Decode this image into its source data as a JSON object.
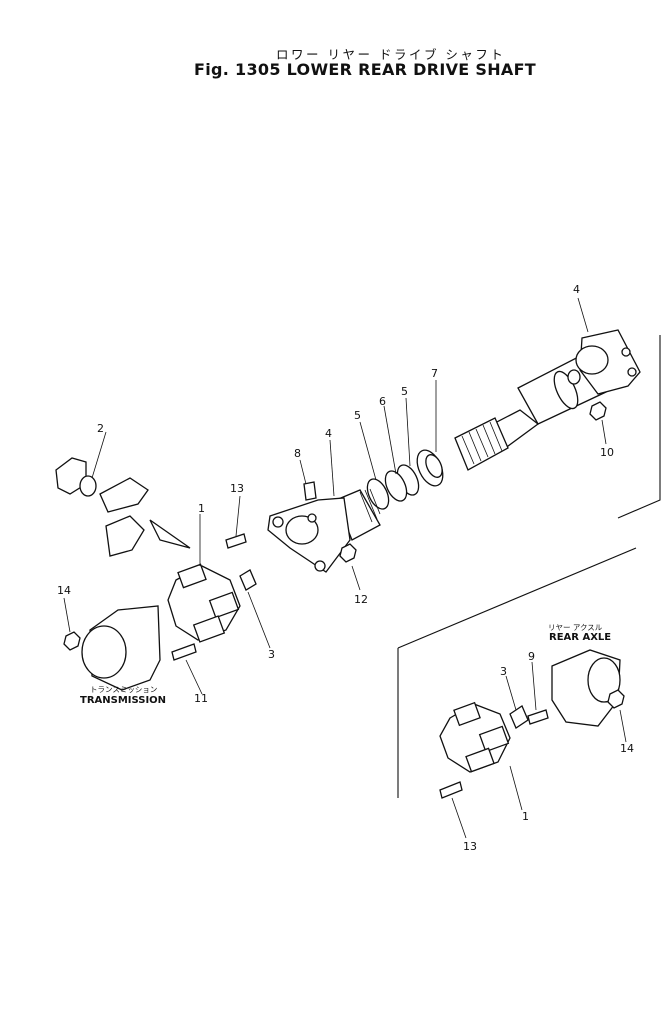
{
  "title": {
    "japanese": "ロワー リヤー ドライブ シャフト",
    "english": "Fig. 1305 LOWER REAR DRIVE SHAFT"
  },
  "captions": {
    "transmission_jp": "トランスミッション",
    "transmission": "TRANSMISSION",
    "rear_axle_jp": "リヤー  アクスル",
    "rear_axle": "REAR  AXLE"
  },
  "callouts": {
    "c1_upper": "1",
    "c2": "2",
    "c3_upper": "3",
    "c4_left": "4",
    "c4_right": "4",
    "c5_left": "5",
    "c5_right": "5",
    "c6": "6",
    "c7": "7",
    "c8": "8",
    "c10": "10",
    "c11": "11",
    "c12": "12",
    "c13_upper": "13",
    "c14_upper": "14",
    "c1_lower": "1",
    "c3_lower": "3",
    "c9": "9",
    "c13_lower": "13",
    "c14_lower": "14"
  }
}
